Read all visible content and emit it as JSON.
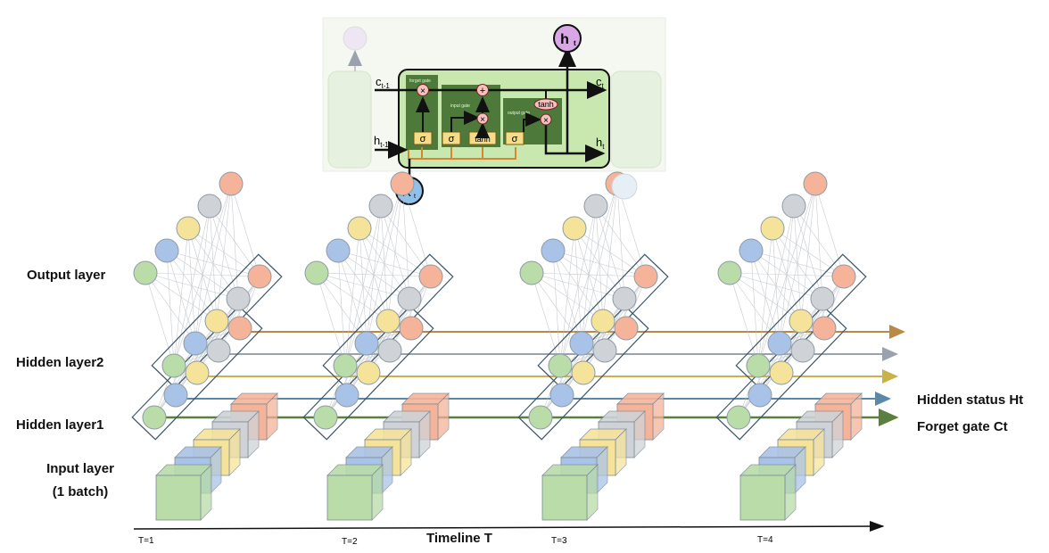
{
  "left_labels": {
    "output_layer": "Output layer",
    "hidden_layer2": "Hidden layer2",
    "hidden_layer1": "Hidden layer1",
    "input_layer_line1": "Input layer",
    "input_layer_line2": "(1 batch)"
  },
  "right_labels": {
    "hidden_status": "Hidden status Ht",
    "forget_gate": "Forget gate Ct"
  },
  "timeline": {
    "title": "Timeline T",
    "ticks": [
      "T=1",
      "T=2",
      "T=3",
      "T=4"
    ]
  },
  "lstm_cell": {
    "h_t": "h",
    "h_t_sub": "t",
    "c_prev": "c",
    "c_prev_sub": "t-1",
    "c_next": "c",
    "c_next_sub": "t",
    "h_prev": "h",
    "h_prev_sub": "t-1",
    "h_next": "h",
    "h_next_sub": "t",
    "x_t": "X",
    "x_t_sub": "t",
    "forget_gate_label": "forget gate",
    "input_gate_label": "input gate",
    "output_gate_label": "output gate",
    "sigma": "σ",
    "tanh": "tanh",
    "times": "×",
    "plus": "+"
  },
  "colors": {
    "green_node": "#b9dca8",
    "blue_node": "#a9c3e8",
    "yellow_node": "#f6e39a",
    "gray_node": "#cfd3d8",
    "orange_node": "#f5b49a",
    "cell_bg": "#c9e8b0",
    "gate_bg": "#4d7a3a",
    "ht_line": "#5b87a8",
    "ct_line": "#5a7f3e",
    "orange_line": "#b98a45",
    "gray_line": "#9aa3ad",
    "yellow_line": "#c9b24a"
  }
}
